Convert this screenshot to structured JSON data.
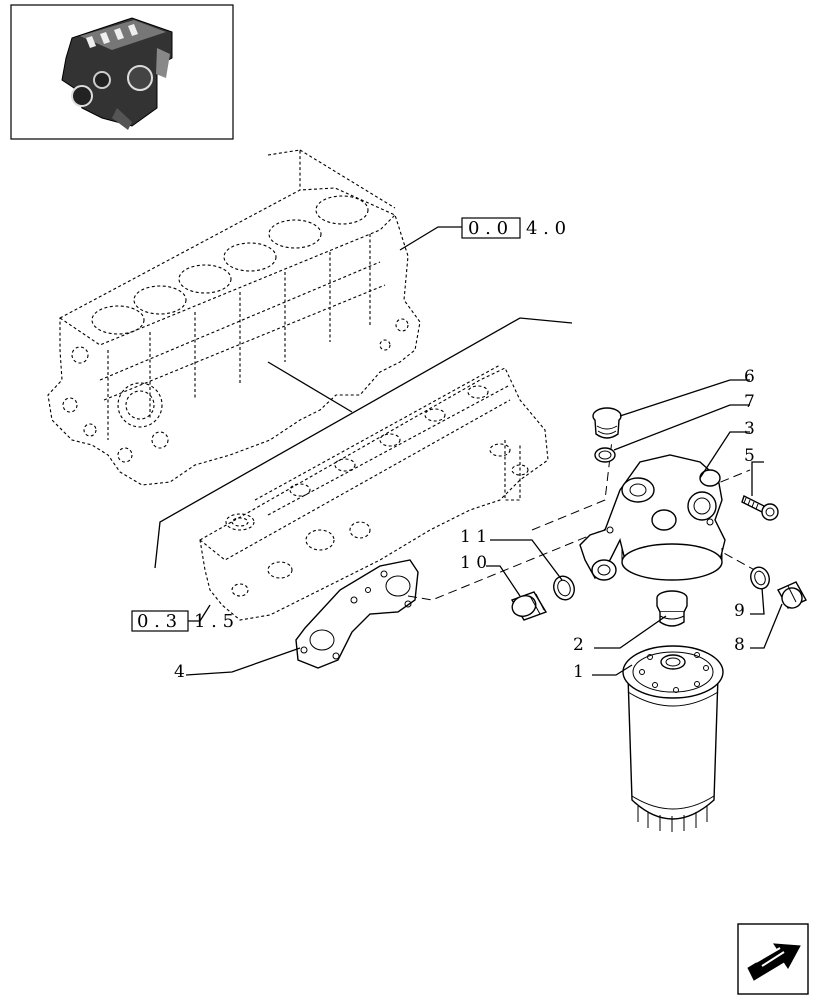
{
  "diagram": {
    "references": [
      {
        "id": "ref-block",
        "boxed": "0 . 0",
        "suffix": "4 . 0"
      },
      {
        "id": "ref-cover",
        "boxed": "0 . 3",
        "suffix": "1 . 5"
      }
    ],
    "callouts": [
      {
        "id": "1",
        "label": "1"
      },
      {
        "id": "2",
        "label": "2"
      },
      {
        "id": "3",
        "label": "3"
      },
      {
        "id": "4",
        "label": "4"
      },
      {
        "id": "5",
        "label": "5"
      },
      {
        "id": "6",
        "label": "6"
      },
      {
        "id": "7",
        "label": "7"
      },
      {
        "id": "8",
        "label": "8"
      },
      {
        "id": "9",
        "label": "9"
      },
      {
        "id": "10",
        "label": "1 0"
      },
      {
        "id": "11",
        "label": "1 1"
      }
    ],
    "icons": {
      "thumbnail": "engine-thumbnail-icon",
      "nav": "next-page-arrow-icon"
    }
  }
}
